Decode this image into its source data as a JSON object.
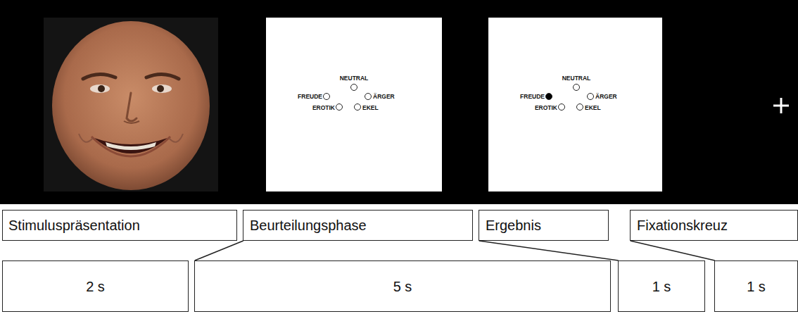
{
  "diagram": {
    "nodes": [
      {
        "text": [
          "NEUTRAL",
          "FREUDE",
          "ÄRGER",
          "EROTIK",
          "EKEL"
        ]
      },
      {
        "text": [
          "NEUTRAL",
          "FREUDE",
          "ÄRGER",
          "EROTIK",
          "EKEL"
        ]
      },
      {
        "text": [
          "Stimuluspräsentation"
        ]
      },
      {
        "text": [
          "Beurteilungsphase"
        ]
      },
      {
        "text": [
          "Ergebnis"
        ]
      },
      {
        "text": [
          "Fixationskreuz"
        ]
      },
      {
        "text": [
          "2 s"
        ]
      },
      {
        "text": [
          "5 s"
        ]
      },
      {
        "text": [
          "1 s"
        ]
      },
      {
        "text": [
          "1 s"
        ]
      }
    ],
    "edges": [
      {
        "from": 3,
        "to": 7,
        "arrow": "none"
      },
      {
        "from": 4,
        "to": 8,
        "arrow": "none"
      },
      {
        "from": 5,
        "to": 9,
        "arrow": "none"
      }
    ]
  }
}
